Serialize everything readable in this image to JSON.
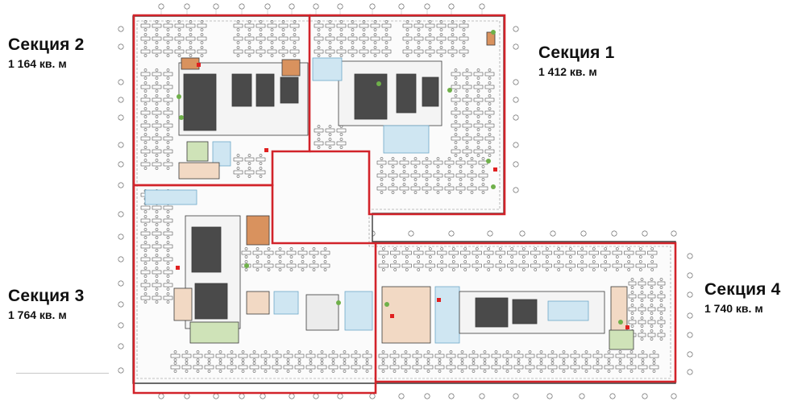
{
  "sections": [
    {
      "id": "s2",
      "name": "Секция 2",
      "area": "1 164 кв. м"
    },
    {
      "id": "s1",
      "name": "Секция 1",
      "area": "1 412 кв. м"
    },
    {
      "id": "s3",
      "name": "Секция 3",
      "area": "1 764 кв. м"
    },
    {
      "id": "s4",
      "name": "Секция 4",
      "area": "1 740 кв. м"
    }
  ],
  "colors": {
    "section_border": "#d2232a",
    "wall": "#3a3a3a",
    "wall_light": "#8a8a8a",
    "core_dark": "#4a4a4a",
    "meeting_room_blue": "#cfe6f2",
    "meeting_room_blue_stroke": "#6fa8c8",
    "kitchen_orange": "#d9925e",
    "room_peach": "#f2d9c4",
    "plant_green": "#6fb04a",
    "light_green": "#cfe3b8",
    "accent_red": "#e02020",
    "grid_line": "#bdbdbd"
  }
}
